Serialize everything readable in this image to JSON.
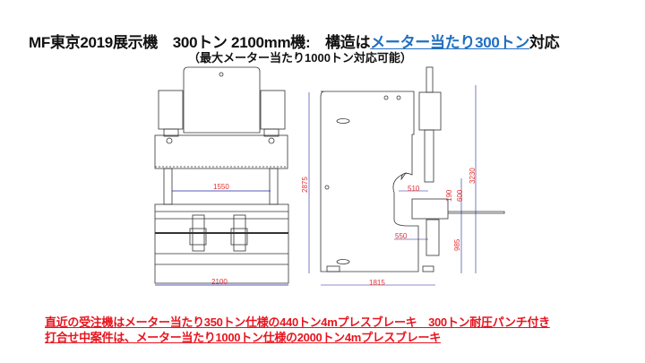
{
  "title": {
    "prefix": "MF東京2019展示機　300トン 2100mm機:　構造は",
    "link": "メーター当たり300トン",
    "suffix": "対応"
  },
  "subtitle": "（最大メーター当たり1000トン対応可能）",
  "drawing": {
    "front_view": {
      "inner_width": "1550",
      "overall_width": "2100"
    },
    "side_view": {
      "height": "2875",
      "overall_height": "3230",
      "throat": "510",
      "stroke": "190",
      "open_height": "600",
      "table_height": "550",
      "working_height": "985",
      "depth": "1815"
    }
  },
  "notes": [
    "直近の受注機はメーター当たり350トン仕様の440トン4mプレスブレーキ　300トン耐圧パンチ付き",
    "打合せ中案件は、メーター当たり1000トン仕様の2000トン4mプレスブレーキ"
  ],
  "colors": {
    "link": "#1f6fc0",
    "note": "#e8141e",
    "dimension": "#e03030",
    "dim_line": "#2020a0"
  }
}
